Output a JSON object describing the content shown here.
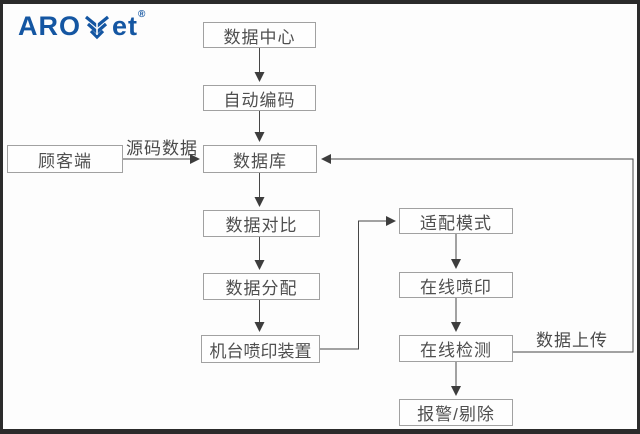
{
  "logo": {
    "prefix": "ARO",
    "suffix": "et",
    "registered": "®",
    "brand_color": "#1456a2"
  },
  "flowchart": {
    "nodes": {
      "data_center": "数据中心",
      "auto_encoding": "自动编码",
      "customer": "顾客端",
      "database": "数据库",
      "data_compare": "数据对比",
      "data_distribute": "数据分配",
      "machine_print": "机台喷印装置",
      "adapt_mode": "适配模式",
      "online_print": "在线喷印",
      "online_detect": "在线检测",
      "alarm_reject": "报警/剔除"
    },
    "edge_labels": {
      "source_data": "源码数据",
      "data_upload": "数据上传"
    },
    "colors": {
      "box_border": "#a1a1a1",
      "box_fill": "#fefefe",
      "text": "#4f4f4f",
      "line": "#474747",
      "frame": "#2b2b2b",
      "background": "#fdfdfd"
    }
  }
}
